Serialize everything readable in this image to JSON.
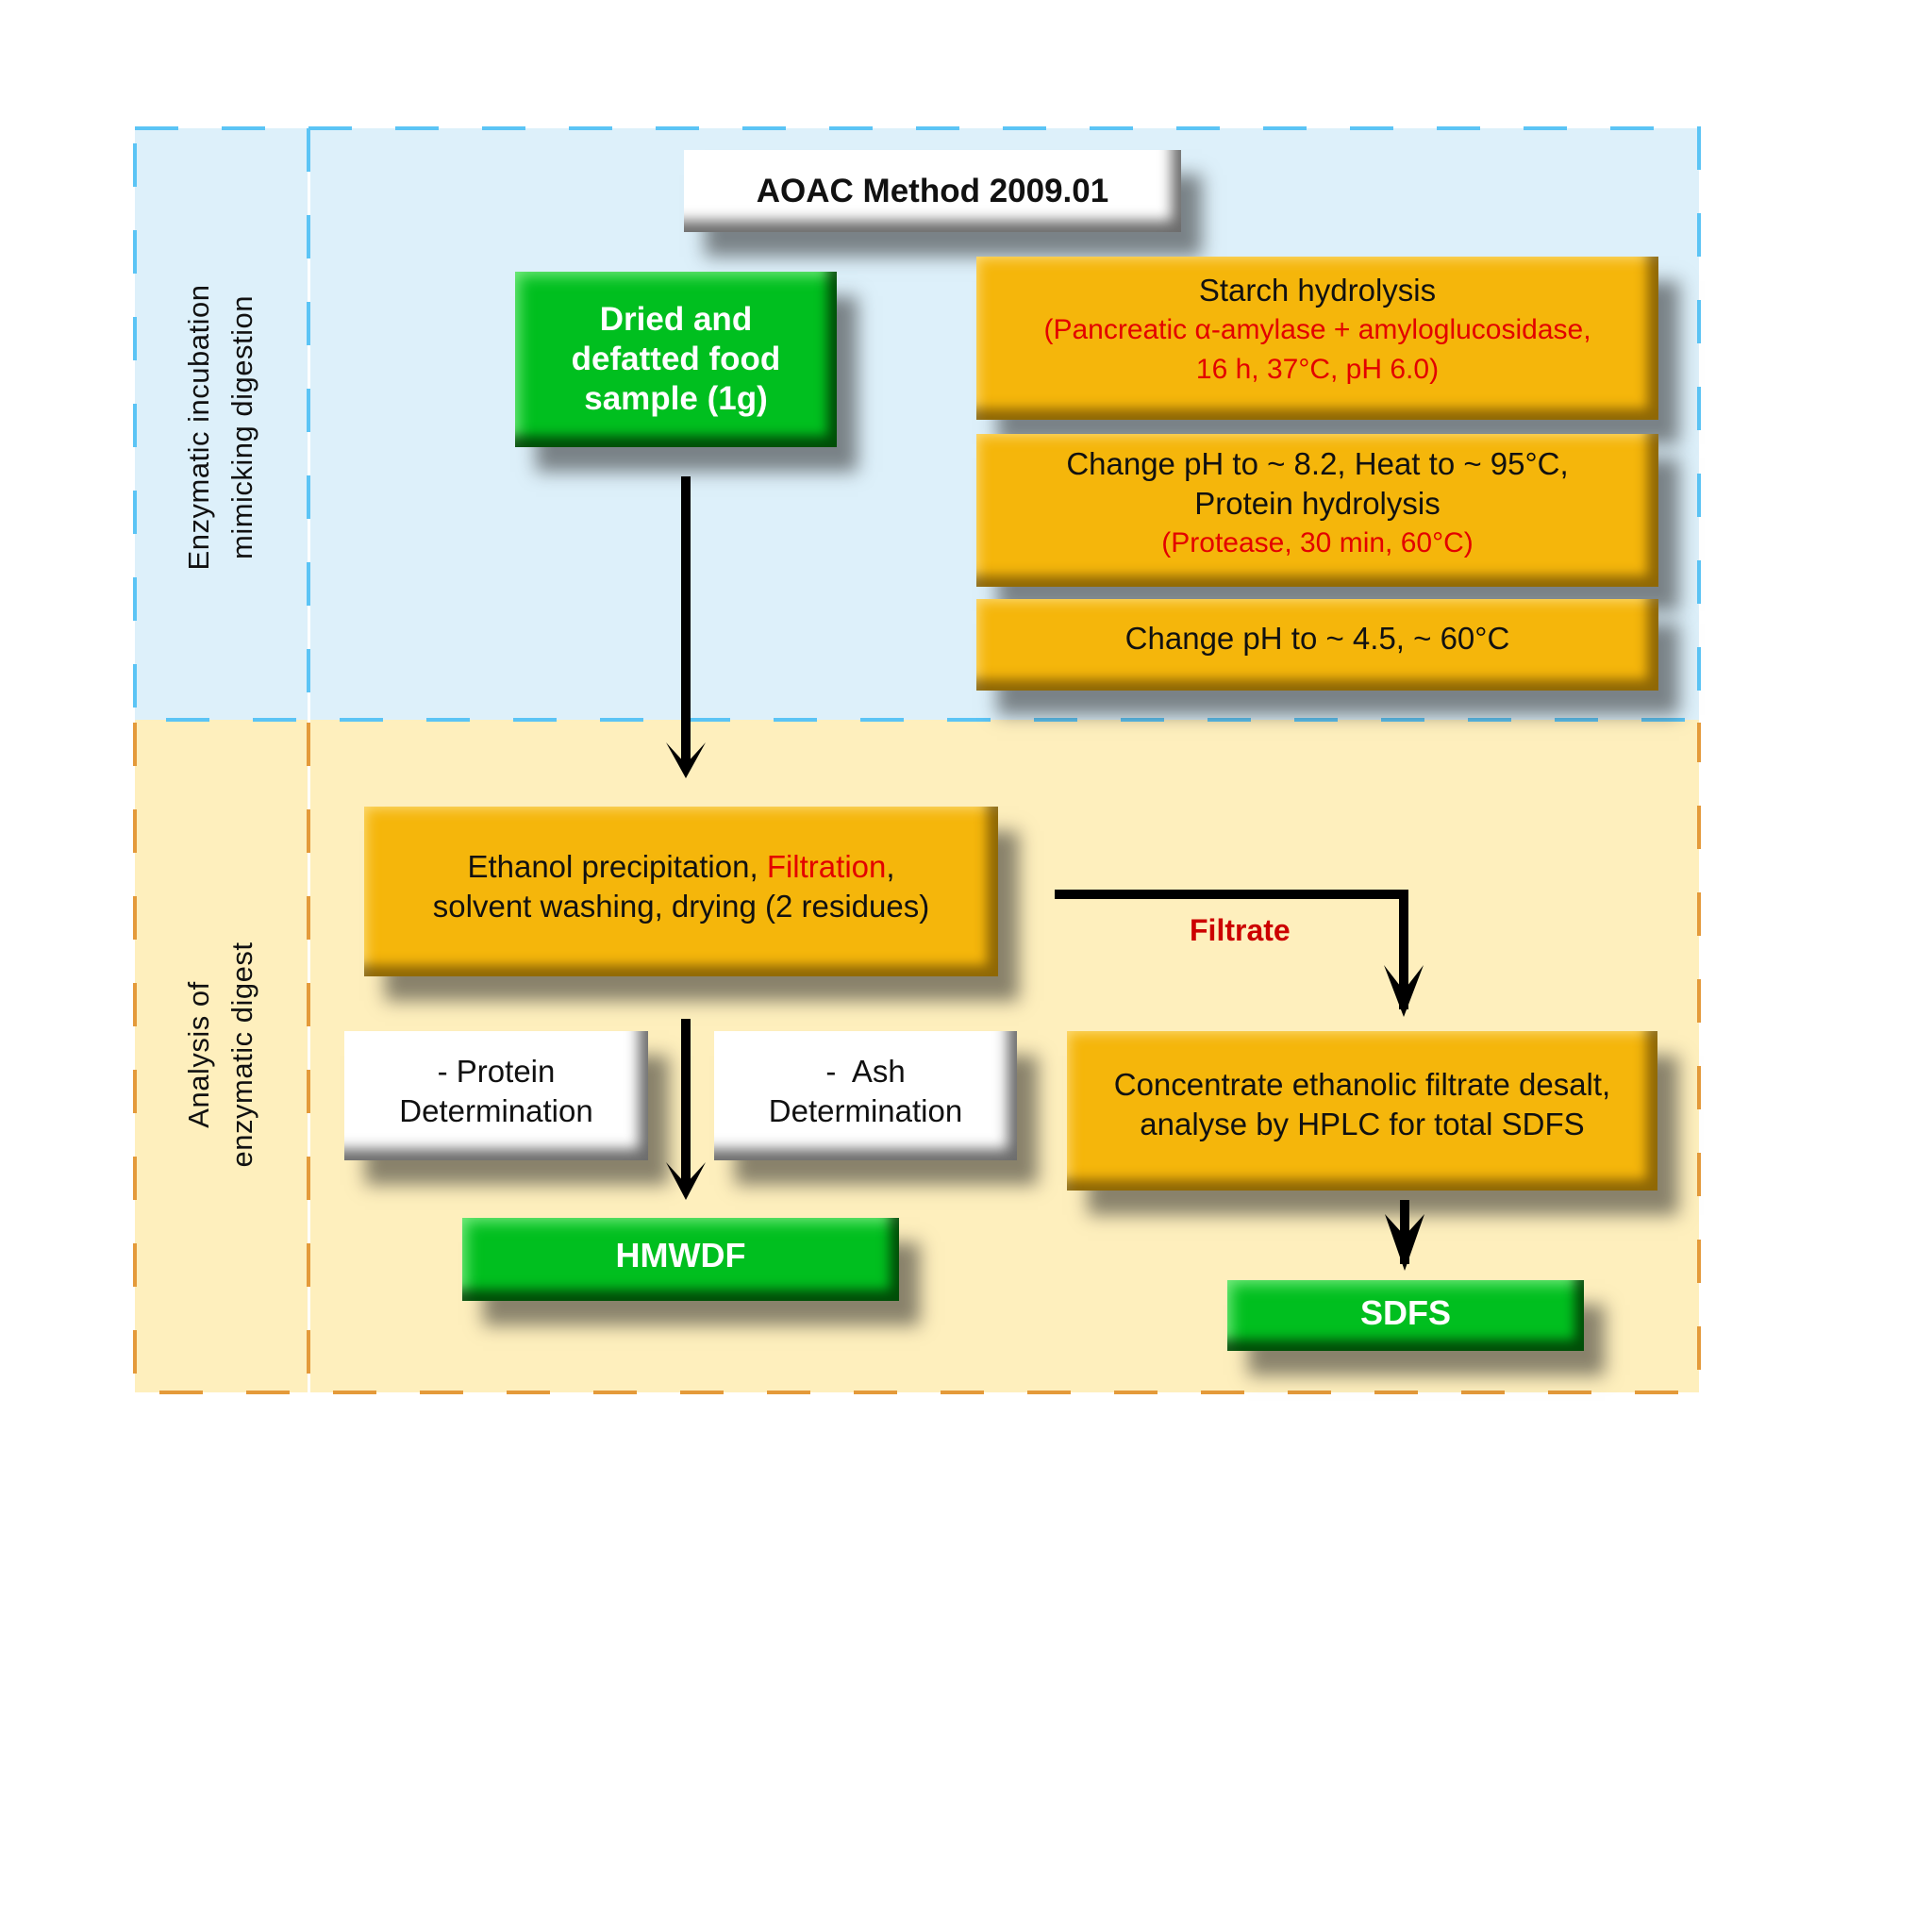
{
  "title": "AOAC Method 2009.01",
  "sections": {
    "top_label": [
      "Enzymatic incubation",
      "mimicking digestion"
    ],
    "bottom_label": [
      "Analysis of",
      "enzymatic digest"
    ]
  },
  "colors": {
    "top_bg": "#ddf0fa",
    "top_border": "#5bc4f5",
    "bottom_bg": "#feefbd",
    "bottom_border": "#e49a3a",
    "orange_box": "#f5b60b",
    "green_box": "#00bf1f",
    "red_text": "#e30000"
  },
  "nodes": {
    "sample": [
      "Dried and",
      "defatted food",
      "sample (1g)"
    ],
    "starch": {
      "line1": "Starch hydrolysis",
      "detail1": "(Pancreatic α-amylase + amyloglucosidase,",
      "detail2": "16 h, 37°C, pH 6.0)"
    },
    "protein_hydrolysis": {
      "line1": "Change pH to ~ 8.2, Heat to ~ 95°C,",
      "line2": "Protein hydrolysis",
      "detail": "(Protease, 30 min, 60°C)"
    },
    "ph_change": "Change pH to ~ 4.5, ~ 60°C",
    "ethanol": {
      "line1_a": "Ethanol precipitation, ",
      "line1_red": "Filtration",
      "line1_b": ",",
      "line2": "solvent washing, drying (2 residues)"
    },
    "protein_det": [
      "- Protein",
      "Determination"
    ],
    "ash_det": [
      "-  Ash",
      "Determination"
    ],
    "hmwdf": "HMWDF",
    "concentrate": [
      "Concentrate ethanolic filtrate desalt,",
      "analyse by HPLC for total SDFS"
    ],
    "sdfs": "SDFS"
  },
  "edges": {
    "filtrate_label": "Filtrate"
  }
}
